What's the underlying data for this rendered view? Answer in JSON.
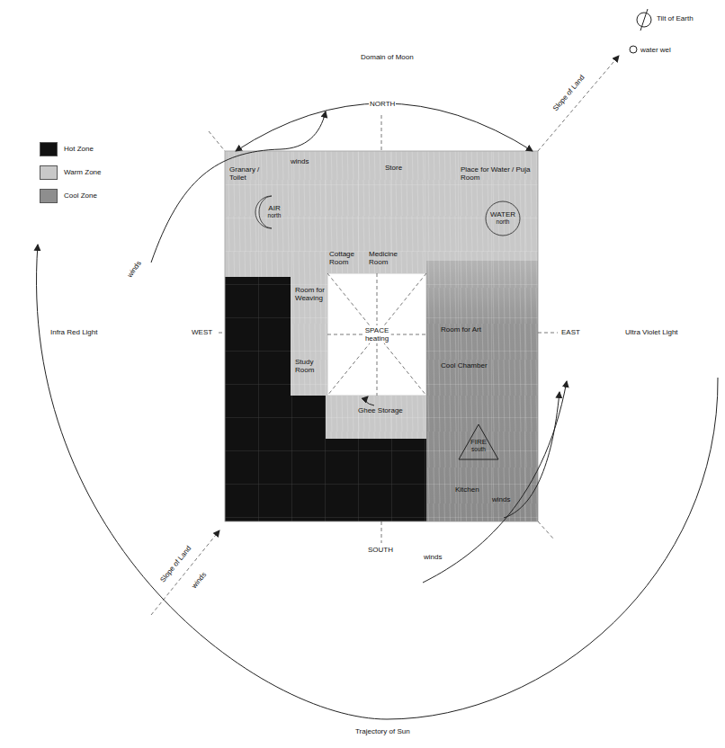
{
  "diagram": {
    "nodes": [
      {
        "text": [
          "Granary / Toilet"
        ]
      },
      {
        "text": [
          "Store"
        ]
      },
      {
        "text": [
          "Place for Water / Puja Room"
        ]
      },
      {
        "text": [
          "AIR",
          "north"
        ]
      },
      {
        "text": [
          "WATER",
          "north"
        ]
      },
      {
        "text": [
          "Cottage Room"
        ]
      },
      {
        "text": [
          "Medicine Room"
        ]
      },
      {
        "text": [
          "Room for Weaving"
        ]
      },
      {
        "text": [
          "SPACE",
          "heating"
        ]
      },
      {
        "text": [
          "Room for Art"
        ]
      },
      {
        "text": [
          "Study Room"
        ]
      },
      {
        "text": [
          "Cool Chamber"
        ]
      },
      {
        "text": [
          "Ghee Storage"
        ]
      },
      {
        "text": [
          "FIRE",
          "south"
        ]
      },
      {
        "text": [
          "Kitchen"
        ]
      }
    ],
    "edges": [
      {
        "from": 12,
        "to": 8,
        "arrow": "to"
      }
    ],
    "labels": [
      "Domain of Moon",
      "Tilt of Earth",
      "water wel",
      "Slope of Land",
      "NORTH",
      "winds",
      "winds",
      "WEST",
      "EAST",
      "Infra Red Light",
      "Ultra Violet Light",
      "winds",
      "winds",
      "Slope of Land",
      "winds",
      "SOUTH",
      "Trajectory of Sun"
    ],
    "legend": [
      {
        "text": "Hot Zone",
        "color": "#111111"
      },
      {
        "text": "Warm Zone",
        "color": "#c8c8c8"
      },
      {
        "text": "Cool Zone",
        "color": "#8e8e8e"
      }
    ]
  }
}
